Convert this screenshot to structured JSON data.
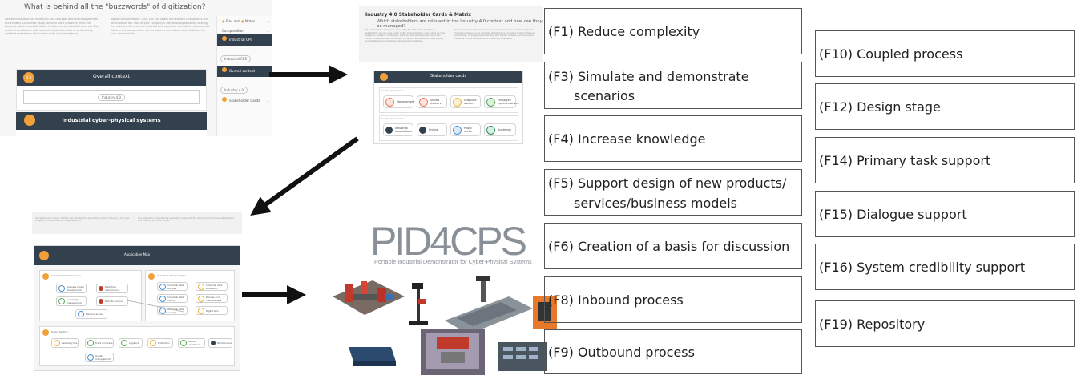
{
  "shot1": {
    "title": "What is behind all the \"buzzwords\" of digitization?",
    "para_left": "Gather information on more than 300 concepts and technologies from the Industry 4.0 context using selected \"best practices\" from the business world and publications in high-ranking scientific journals. The underlying database with several thousand entries is continuously updated and reflects the current state of knowledge on",
    "para_right": "digital transformation. Thus, you can select the relevant components and technologies etc. that fit your company's individual digitalization strategy and industry 4.0 systems. Selected best practices from different industries listed in the compendium can be used as orientation and guidelines for your own activities.",
    "overall_context": "Overall context",
    "overall_number": "4.0",
    "chip_industry": "Industry 4.0",
    "icps_title": "Industrial cyber-physical systems",
    "sidebar": {
      "header_pins": "Pins and",
      "header_notes": "Notes",
      "compendium": "Compendium",
      "industrial_cps": "Industrial CPS",
      "chip_icps": "Industrial CPS",
      "overall_context": "Overall context",
      "chip_i40": "Industry 4.0",
      "stakeholder_cards": "Stakeholder Cards"
    }
  },
  "shot2": {
    "title": "Industry 4.0 Stakeholder Cards & Matrix",
    "subtitle": "Which stakeholders are relevant in the Industry 4.0 context and how can they be managed?",
    "para_left": "The stakeholder categories in Industry 4.0 differ from traditional stakeholder groups. Due to the digital transformation, new actors such as suppliers, research institutions, start-ups and public bodies come into focus. The Stakeholder Cards help to identify and evaluate these groups systematically and to derive management strategies.",
    "para_right": "Internal actors and the external environment must be considered together. The matrix allows you to prioritize stakeholders according to their influence and interest, to assign responsibilities and to plan suitable communication measures for the introduction of Industry 4.0 systems.",
    "stakeholder_title": "Stakeholder cards",
    "internal_label": "Company-internal",
    "external_label": "Company-external",
    "internal": [
      "Management",
      "Skilled workers",
      "Unskilled workers",
      "Employee representatives"
    ],
    "external": [
      "Industrial associations",
      "Unions",
      "Public sector",
      "Academia"
    ]
  },
  "shot3": {
    "para_left": "Get guidance on how to identify and prioritize the application areas of Industry 4.0 in your company and structure the implementation.",
    "para_right": "The application map links the application areas with the relevant technologies, stakeholders and methods in a clear format.",
    "appmap_title": "Application Map",
    "group1_title": "Industrial smart services",
    "group2_title": "Industrial data analytics",
    "group3_title": "Smart factory",
    "group1_nodes": [
      "Business model development",
      "Predictive maintenance",
      "Knowledge management",
      "Remote services",
      "Machine access"
    ],
    "group2_nodes": [
      "Industrial data analysis",
      "Industrial data evaluation",
      "Industrial data mining",
      "Process and machine data",
      "Industrial data security",
      "Digital twin"
    ],
    "group3_nodes": [
      "Assembly line",
      "Track and trace",
      "Logistics",
      "Production",
      "Worker assistance",
      "Maintenance",
      "Quality management"
    ]
  },
  "pid": {
    "logo": "PID4CPS",
    "subtitle": "Portable Industrial Demonstrator for Cyber-Physical Systems"
  },
  "features_left": [
    {
      "l1": "(F1) Reduce complexity"
    },
    {
      "l1": "(F3) Simulate and demonstrate",
      "l2": "scenarios"
    },
    {
      "l1": "(F4) Increase knowledge"
    },
    {
      "l1": "(F5) Support design of new products/",
      "l2": "services/business models"
    },
    {
      "l1": "(F6) Creation of a basis for discussion"
    },
    {
      "l1": "(F8) Inbound process"
    },
    {
      "l1": "(F9) Outbound process"
    }
  ],
  "features_right": [
    {
      "l1": "(F10) Coupled process"
    },
    {
      "l1": "(F12) Design stage"
    },
    {
      "l1": "(F14) Primary task support"
    },
    {
      "l1": "(F15) Dialogue support"
    },
    {
      "l1": "(F16) System credibility support"
    },
    {
      "l1": "(F19) Repository"
    }
  ],
  "colors": {
    "dark_header": "#33404d",
    "accent_orange": "#f0a13a",
    "box_border": "#555555"
  }
}
